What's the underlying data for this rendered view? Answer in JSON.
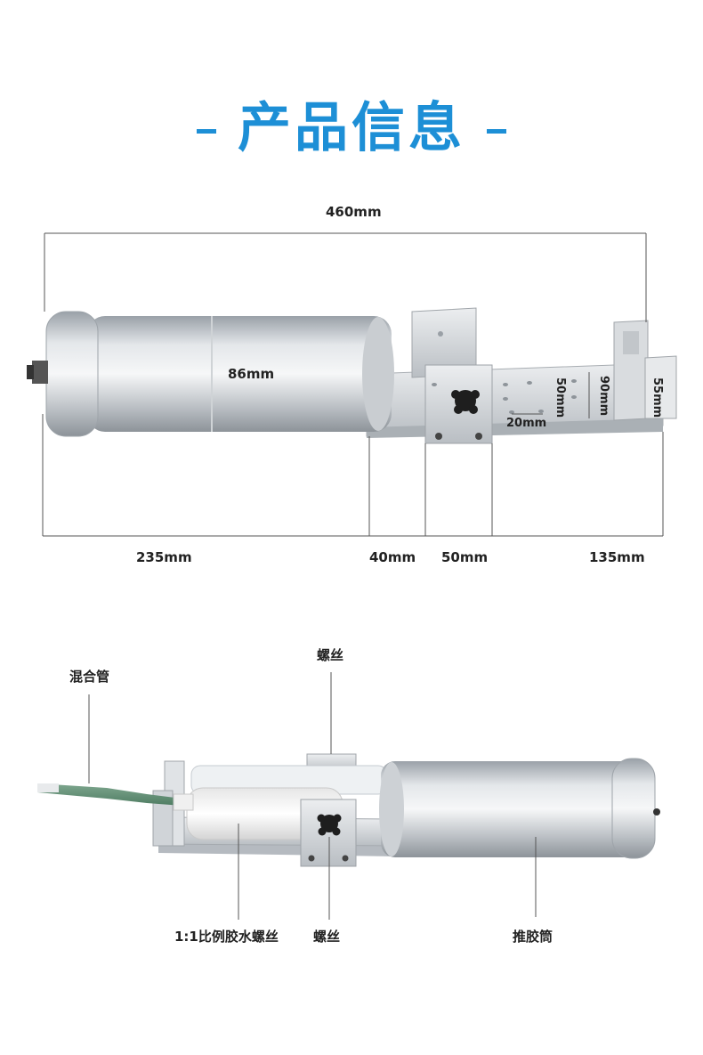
{
  "page": {
    "title": "产品信息"
  },
  "dimensions": {
    "total_length": "460mm",
    "diameter": "86mm",
    "slot_50": "50mm",
    "height_90": "90mm",
    "height_55": "55mm",
    "hole_spacing": "20mm",
    "cylinder_length": "235mm",
    "gap_40": "40mm",
    "block_50": "50mm",
    "end_135": "135mm"
  },
  "parts": {
    "mixing_tube": "混合管",
    "screw_top": "螺丝",
    "ratio_screw": "1:1比例胶水螺丝",
    "screw_bottom": "螺丝",
    "push_cylinder": "推胶筒"
  }
}
